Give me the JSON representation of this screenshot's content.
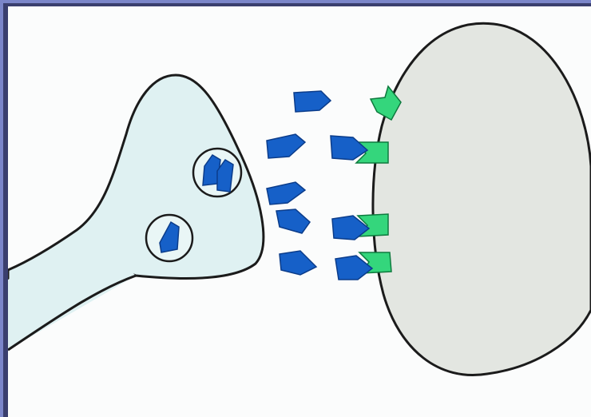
{
  "diagram": {
    "colors": {
      "background": "#fbfcfc",
      "frame_outer": "#7b86c9",
      "frame_inner": "#3a3f6e",
      "presynaptic_fill": "#dff1f2",
      "postsynaptic_fill": "#e3e6e1",
      "outline": "#1b1b1b",
      "neurotransmitter": "#1660c8",
      "neurotransmitter_stroke": "#0b3c8a",
      "receptor": "#34d67c",
      "receptor_stroke": "#0e7a3e",
      "vesicle_fill": "#e9f6f6"
    },
    "parts": [
      {
        "name": "presynaptic-neuron"
      },
      {
        "name": "postsynaptic-neuron"
      },
      {
        "name": "synaptic-vesicle"
      },
      {
        "name": "neurotransmitter"
      },
      {
        "name": "receptor"
      }
    ]
  }
}
